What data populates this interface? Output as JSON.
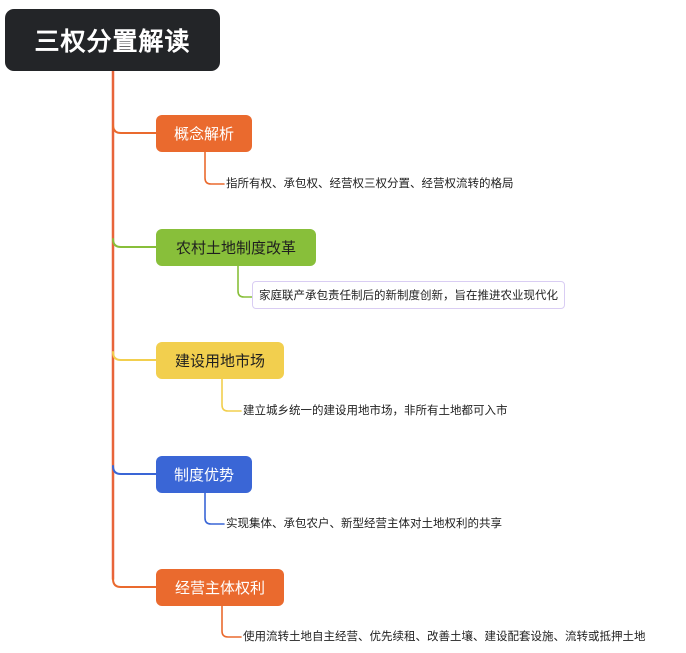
{
  "title": "三权分置解读",
  "colors": {
    "trunk": "#e8643a",
    "root_bg": "#232528",
    "root_text": "#ffffff"
  },
  "branches": [
    {
      "label": "概念解析",
      "note": "指所有权、承包权、经营权三权分置、经营权流转的格局",
      "color": "#ea6a2e",
      "text_color": "#ffffff"
    },
    {
      "label": "农村土地制度改革",
      "note": "家庭联产承包责任制后的新制度创新，旨在推进农业现代化",
      "color": "#88bf3a",
      "text_color": "#1f1f1f"
    },
    {
      "label": "建设用地市场",
      "note": "建立城乡统一的建设用地市场，非所有土地都可入市",
      "color": "#f2cf4e",
      "text_color": "#1f1f1f"
    },
    {
      "label": "制度优势",
      "note": "实现集体、承包农户、新型经营主体对土地权利的共享",
      "color": "#3a66d6",
      "text_color": "#ffffff"
    },
    {
      "label": "经营主体权利",
      "note": "使用流转土地自主经营、优先续租、改善土壤、建设配套设施、流转或抵押土地",
      "color": "#ea6a2e",
      "text_color": "#ffffff"
    }
  ]
}
